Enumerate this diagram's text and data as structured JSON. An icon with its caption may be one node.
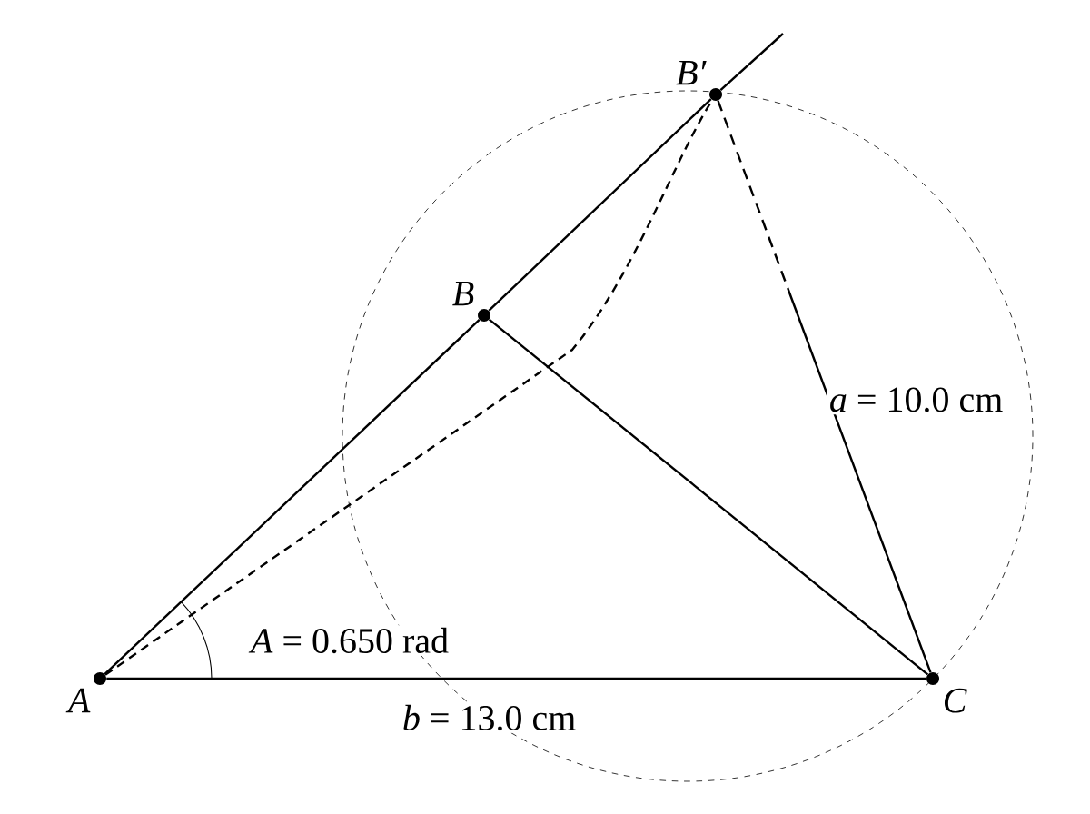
{
  "diagram": {
    "nodes": [
      {
        "text": [
          "A"
        ]
      },
      {
        "text": [
          "B"
        ]
      },
      {
        "text": [
          "B′"
        ]
      },
      {
        "text": [
          "C"
        ]
      }
    ],
    "edges": [
      {
        "from": 0,
        "to": 1,
        "arrow": "none"
      },
      {
        "from": 1,
        "to": 2,
        "arrow": "none"
      },
      {
        "from": 2,
        "to": null,
        "arrow": "none"
      },
      {
        "from": 1,
        "to": 3,
        "arrow": "none"
      },
      {
        "from": 0,
        "to": 3,
        "arrow": "none",
        "label": "*b* = 13.0 cm"
      },
      {
        "from": 2,
        "to": 3,
        "arrow": "none",
        "style": "dashed",
        "label": "*a* = 10.0 cm"
      },
      {
        "from": 0,
        "to": 2,
        "arrow": "none",
        "style": "dashed"
      }
    ],
    "labels": [
      "*A* = 0.650 rad"
    ]
  }
}
